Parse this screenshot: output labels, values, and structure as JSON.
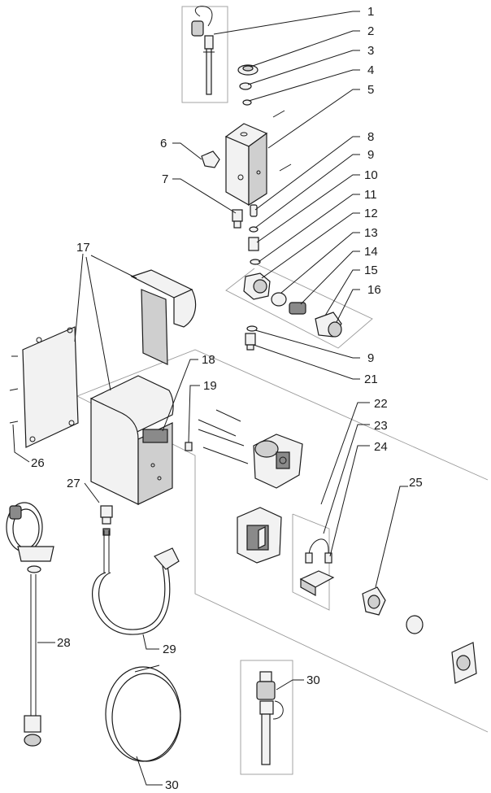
{
  "callouts": {
    "c1": "1",
    "c2": "2",
    "c3": "3",
    "c4": "4",
    "c5": "5",
    "c6": "6",
    "c7": "7",
    "c8": "8",
    "c9a": "9",
    "c10": "10",
    "c11": "11",
    "c12": "12",
    "c13": "13",
    "c14": "14",
    "c15": "15",
    "c16": "16",
    "c9b": "9",
    "c21": "21",
    "c17": "17",
    "c18": "18",
    "c19": "19",
    "c22": "22",
    "c23": "23",
    "c24": "24",
    "c25": "25",
    "c26": "26",
    "c27": "27",
    "c28": "28",
    "c29": "29",
    "c30a": "30",
    "c30b": "30"
  }
}
